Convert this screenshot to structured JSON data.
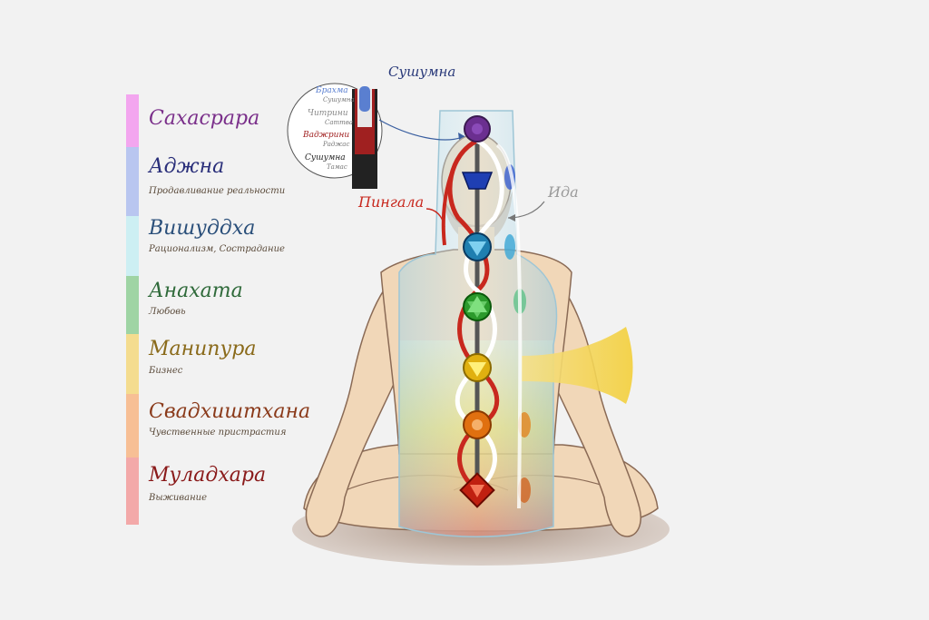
{
  "chakras": [
    {
      "name": "Сахасрара",
      "subtitle": "",
      "color": "#f3a6ef",
      "text_color": "#7a2f8a",
      "gem": "#6b2f90"
    },
    {
      "name": "Аджна",
      "subtitle": "Продавливание реальности",
      "color": "#b9c6f0",
      "text_color": "#2a2f7a",
      "gem": "#1f3fb3"
    },
    {
      "name": "Вишуддха",
      "subtitle": "Рационализм, Сострадание",
      "color": "#cdeff3",
      "text_color": "#2a4f7a",
      "gem": "#1f7fb0"
    },
    {
      "name": "Анахата",
      "subtitle": "Любовь",
      "color": "#9fd4a4",
      "text_color": "#2f6a3a",
      "gem": "#2c9a2c"
    },
    {
      "name": "Манипура",
      "subtitle": "Бизнес",
      "color": "#f4dc8f",
      "text_color": "#8a6a1a",
      "gem": "#e0b010"
    },
    {
      "name": "Свадхиштхана",
      "subtitle": "Чувственные пристрастия",
      "color": "#f7bf95",
      "text_color": "#8a3a1a",
      "gem": "#e07010"
    },
    {
      "name": "Муладхара",
      "subtitle": "Выживание",
      "color": "#f3a9a9",
      "text_color": "#8a1a1a",
      "gem": "#c02010"
    }
  ],
  "labels": {
    "sushumna": "Сушумна",
    "pingala": "Пингала",
    "ida": "Ида"
  },
  "inset": {
    "layers": [
      {
        "name": "Брахма",
        "sub": "Сушумна",
        "color": "#5a7fd0"
      },
      {
        "name": "Читрини",
        "sub": "Саттва",
        "color": "#999999"
      },
      {
        "name": "Ваджрини",
        "sub": "Раджас",
        "color": "#a02020"
      },
      {
        "name": "Сушумна",
        "sub": "Тамас",
        "color": "#222222"
      }
    ]
  },
  "colors": {
    "background": "#f2f2f2",
    "pingala": "#c8281e",
    "ida": "#ffffff",
    "skin": "#f1d7b8",
    "glow": "#f3d64a"
  }
}
